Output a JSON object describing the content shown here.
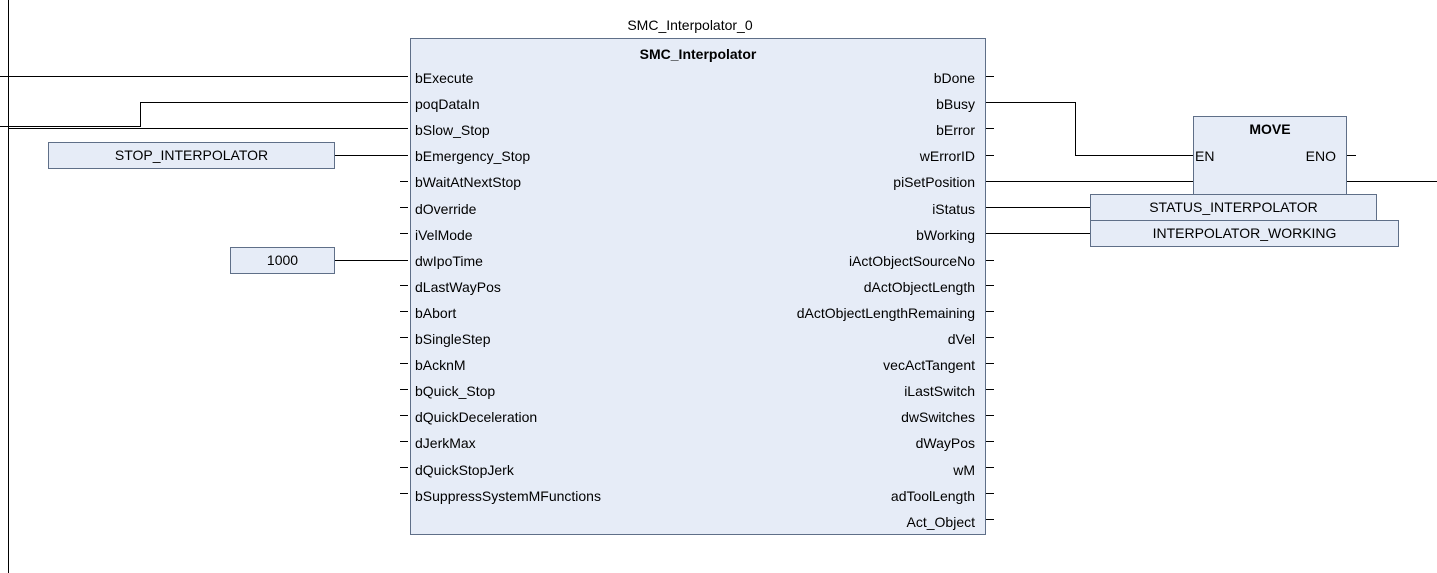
{
  "interpolator": {
    "instance_name": "SMC_Interpolator_0",
    "type_name": "SMC_Interpolator",
    "inputs": [
      "bExecute",
      "poqDataIn",
      "bSlow_Stop",
      "bEmergency_Stop",
      "bWaitAtNextStop",
      "dOverride",
      "iVelMode",
      "dwIpoTime",
      "dLastWayPos",
      "bAbort",
      "bSingleStep",
      "bAcknM",
      "bQuick_Stop",
      "dQuickDeceleration",
      "dJerkMax",
      "dQuickStopJerk",
      "bSuppressSystemMFunctions"
    ],
    "outputs": [
      "bDone",
      "bBusy",
      "bError",
      "wErrorID",
      "piSetPosition",
      "iStatus",
      "bWorking",
      "iActObjectSourceNo",
      "dActObjectLength",
      "dActObjectLengthRemaining",
      "dVel",
      "vecActTangent",
      "iLastSwitch",
      "dwSwitches",
      "dWayPos",
      "wM",
      "adToolLength",
      "Act_Object"
    ]
  },
  "move_block": {
    "type_name": "MOVE",
    "input_en": "EN",
    "output_eno": "ENO"
  },
  "variables": {
    "stop_interpolator": "STOP_INTERPOLATOR",
    "ipo_time": "1000",
    "status_interpolator": "STATUS_INTERPOLATOR",
    "interpolator_working": "INTERPOLATOR_WORKING"
  },
  "colors": {
    "block_fill": "#e6ecf7",
    "block_border": "#5f6f88",
    "wire": "#000000"
  }
}
